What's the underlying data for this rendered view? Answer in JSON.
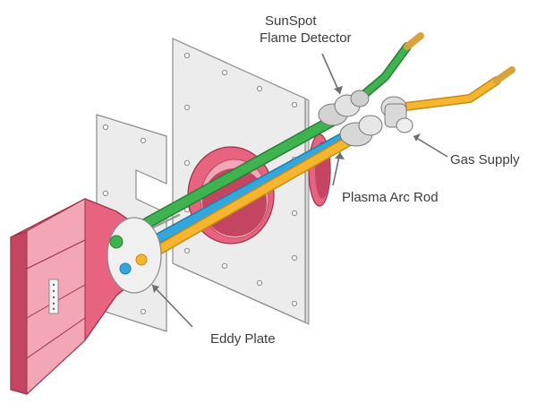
{
  "labels": {
    "flame_detector_line1": "SunSpot",
    "flame_detector_line2": "Flame Detector",
    "gas_supply": "Gas Supply",
    "plasma_arc_rod": "Plasma Arc Rod",
    "eddy_plate": "Eddy Plate"
  },
  "colors": {
    "plate_fill": "#ececec",
    "plate_edge": "#8a8a8a",
    "burner_pink": "#e8637f",
    "burner_pink_light": "#f3a7b6",
    "rod_green": "#3fb34f",
    "rod_blue": "#33a7dc",
    "rod_yellow": "#f5b52e",
    "label_text": "#3d3d3d",
    "leader_line": "#6e6e6e"
  },
  "icons": [
    "rear-mounting-plate",
    "mounting-bracket",
    "burner-sleeve",
    "burner-cone",
    "eddy-plate",
    "green-detector-rod",
    "blue-arc-rod",
    "yellow-gas-rod",
    "flame-detector-fitting",
    "gas-supply-elbow"
  ]
}
